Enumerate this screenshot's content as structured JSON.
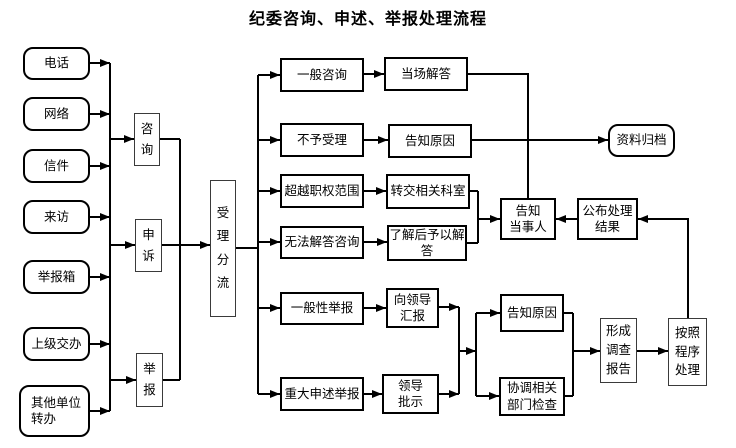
{
  "title": "纪委咨询、申述、举报处理流程",
  "colors": {
    "line": "#000000",
    "background": "#ffffff",
    "text": "#000000"
  },
  "nodes": {
    "phone": {
      "label": "电话"
    },
    "network": {
      "label": "网络"
    },
    "letter": {
      "label": "信件"
    },
    "visit": {
      "label": "来访"
    },
    "report_box": {
      "label": "举报箱"
    },
    "superior_assign": {
      "label": "上级交办"
    },
    "other_unit": {
      "label": "其他单位\n转办"
    },
    "consult": {
      "label": "咨\n询"
    },
    "appeal": {
      "label": "申\n诉"
    },
    "report": {
      "label": "举\n报"
    },
    "triage": {
      "label": "受\n理\n分\n流"
    },
    "general_consult": {
      "label": "一般咨询"
    },
    "not_accept": {
      "label": "不予受理"
    },
    "beyond_authority": {
      "label": "超越职权范围"
    },
    "cannot_answer": {
      "label": "无法解答咨询"
    },
    "general_report": {
      "label": "一般性举报"
    },
    "major_report": {
      "label": "重大申述举报"
    },
    "onsite_answer": {
      "label": "当场解答"
    },
    "inform_reason_1": {
      "label": "告知原因"
    },
    "transfer_office": {
      "label": "转交相关科室"
    },
    "answer_after": {
      "label": "了解后予以解\n答"
    },
    "report_to_leader": {
      "label": "向领导\n汇报"
    },
    "leader_instruction": {
      "label": "领导\n批示"
    },
    "inform_party": {
      "label": "告知\n当事人"
    },
    "publish_result": {
      "label": "公布处理\n结果"
    },
    "archive": {
      "label": "资料归档"
    },
    "inform_reason_2": {
      "label": "告知原因"
    },
    "coordinate_check": {
      "label": "协调相关\n部门检查"
    },
    "form_report": {
      "label": "形成\n调查\n报告"
    },
    "procedure_process": {
      "label": "按照\n程序\n处理"
    }
  }
}
